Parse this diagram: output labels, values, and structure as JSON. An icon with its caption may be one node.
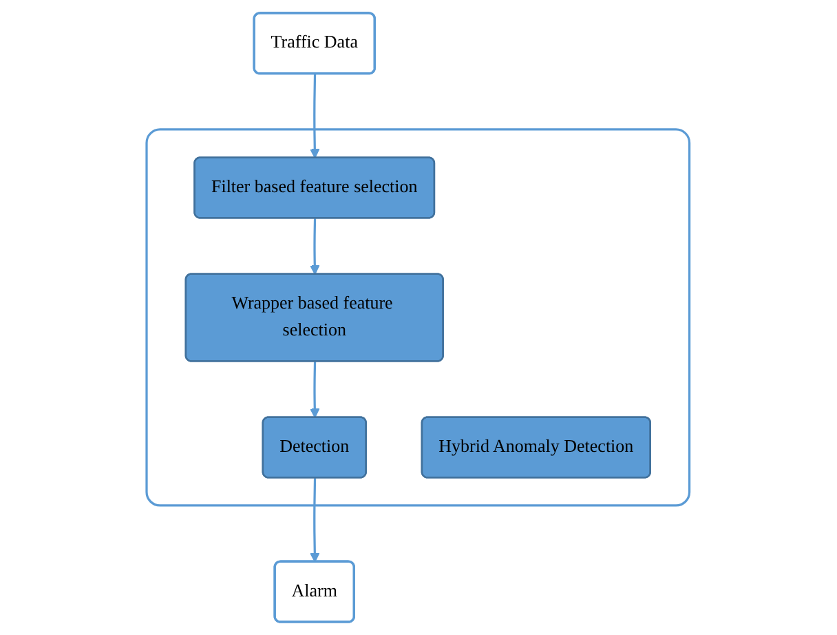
{
  "diagram": {
    "nodes": [
      {
        "text": [
          "Traffic Data"
        ]
      },
      {
        "text": [],
        "shape": "box"
      },
      {
        "text": [
          "Filter based feature selection"
        ],
        "in": 1
      },
      {
        "text": [
          "Wrapper based feature selection"
        ],
        "in": 1
      },
      {
        "text": [
          "Detection"
        ],
        "in": 1
      },
      {
        "text": [
          "Hybrid Anomaly Detection"
        ],
        "in": 1
      },
      {
        "text": [
          "Alarm"
        ]
      }
    ],
    "edges": [
      {
        "from": 0,
        "to": 2,
        "arrow": "to"
      },
      {
        "from": 2,
        "to": 3,
        "arrow": "to"
      },
      {
        "from": 3,
        "to": 4,
        "arrow": "to"
      },
      {
        "from": 4,
        "to": 6,
        "arrow": "to"
      }
    ]
  }
}
